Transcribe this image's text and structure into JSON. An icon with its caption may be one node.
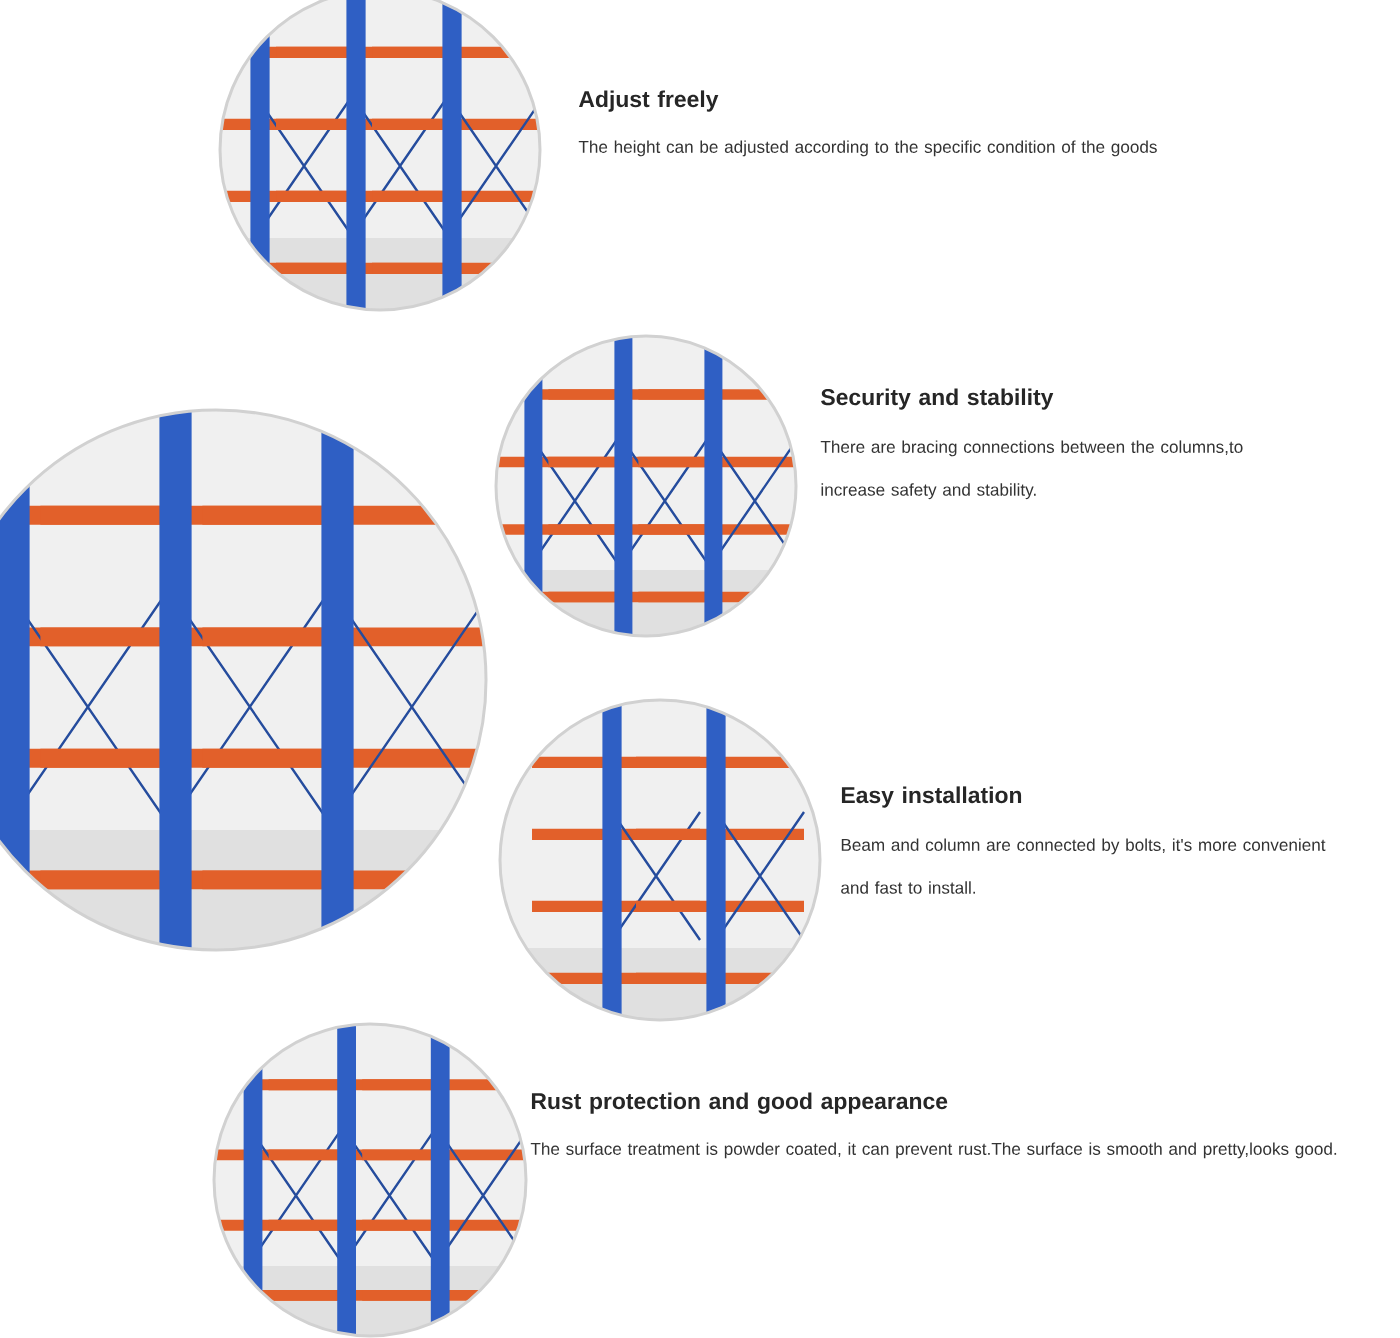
{
  "diagram": {
    "labels": [
      "Adjust freely",
      "The height can be adjusted according to the specific condition of the goods",
      "Security and stability",
      "There are bracing connections between the columns,to increase safety and stability.",
      "Easy installation",
      "Beam and column are connected by bolts, it's more convenient and fast to install.",
      "Rust protection and good appearance",
      "The surface treatment is powder coated, it can prevent rust.The surface is smooth and pretty,looks good."
    ]
  }
}
